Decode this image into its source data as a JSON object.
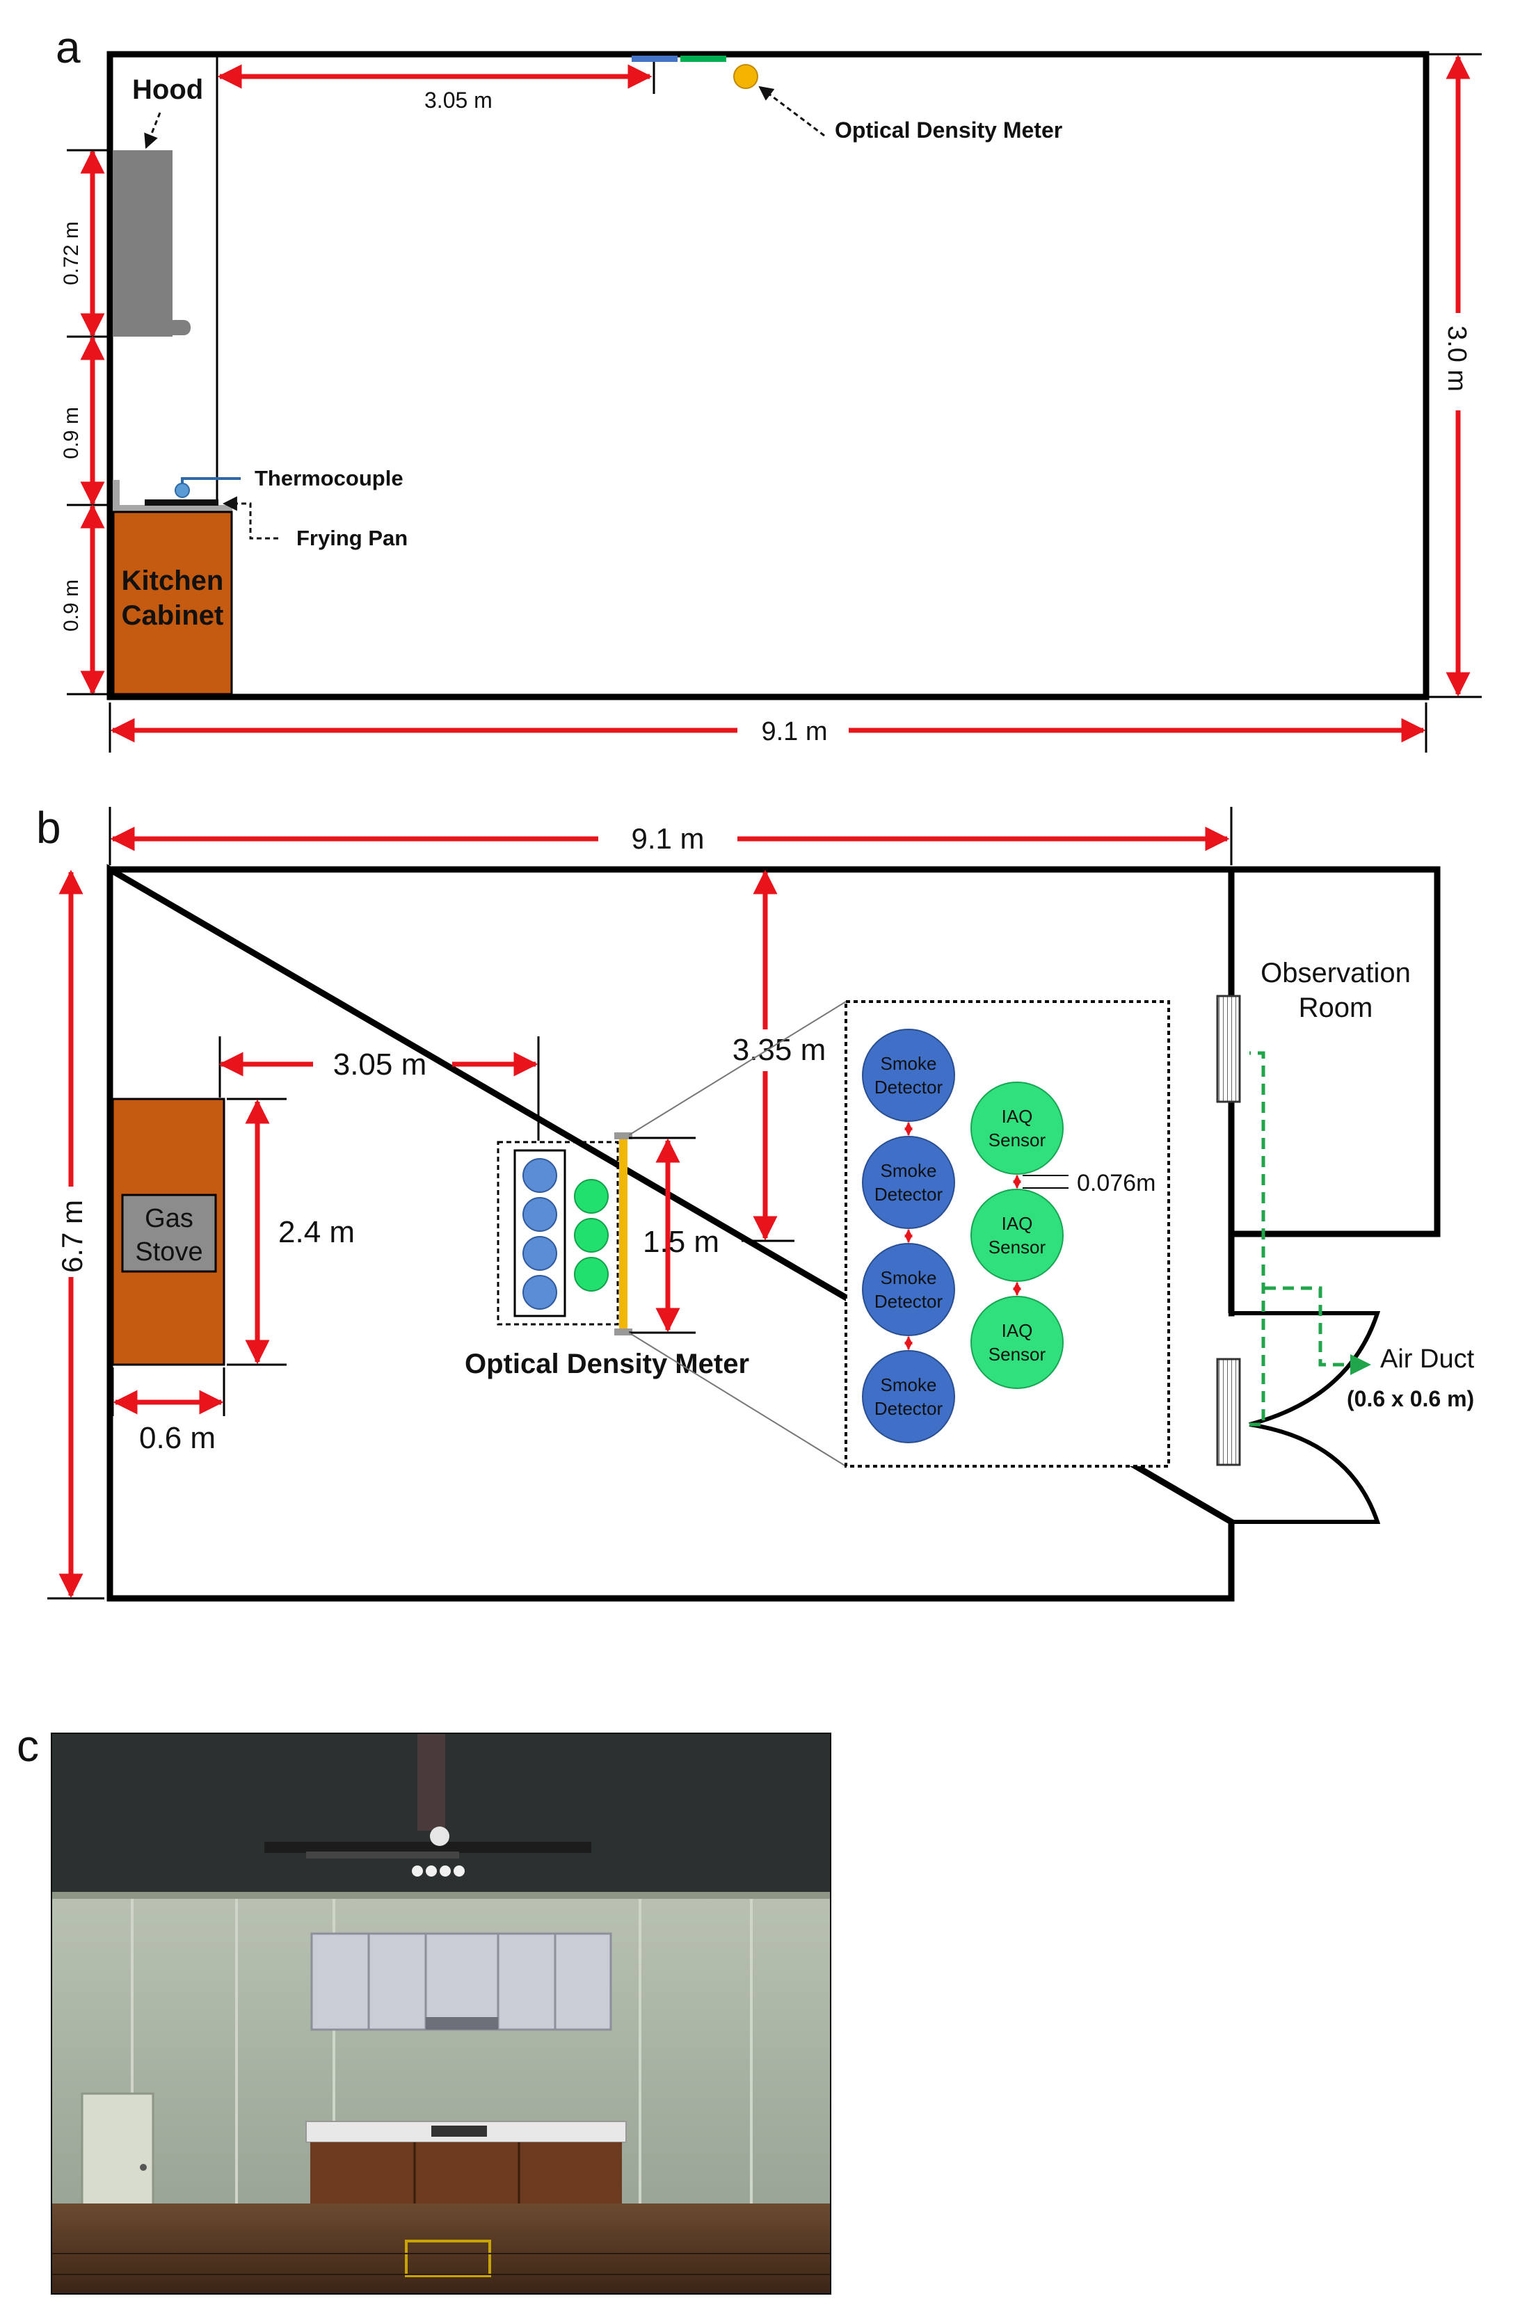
{
  "panels": {
    "a": {
      "label": "a",
      "hood": "Hood",
      "dim_305": "3.05  m",
      "optical_density_meter": "Optical Density Meter",
      "dim_072": "0.72  m",
      "dim_09_upper": "0.9  m",
      "dim_09_lower": "0.9  m",
      "thermocouple": "Thermocouple",
      "frying_pan": "Frying Pan",
      "cabinet_line1": "Kitchen",
      "cabinet_line2": "Cabinet",
      "dim_30": "3.0  m",
      "dim_91": "9.1  m"
    },
    "b": {
      "label": "b",
      "dim_91": "9.1  m",
      "dim_67": "6.7  m",
      "dim_305": "3.05  m",
      "dim_335": "3.35  m",
      "dim_24": "2.4  m",
      "dim_06": "0.6  m",
      "dim_15": "1.5  m",
      "gas_stove_line1": "Gas",
      "gas_stove_line2": "Stove",
      "optical_density_meter": "Optical Density Meter",
      "observation_line1": "Observation",
      "observation_line2": "Room",
      "smoke_line1": "Smoke",
      "smoke_line2": "Detector",
      "iaq_line1": "IAQ",
      "iaq_line2": "Sensor",
      "spacing": "0.076m",
      "air_duct": "Air Duct",
      "air_duct_size": "(0.6 x 0.6 m)"
    },
    "c": {
      "label": "c"
    }
  },
  "colors": {
    "arrow_red": "#e8131b",
    "cabinet_orange": "#c55a11",
    "smoke_blue": "#3f6fc6",
    "iaq_green": "#2fe07c",
    "meter_yellow": "#f2b705",
    "duct_green": "#20a54a",
    "hood_gray": "#7f7f7f"
  }
}
